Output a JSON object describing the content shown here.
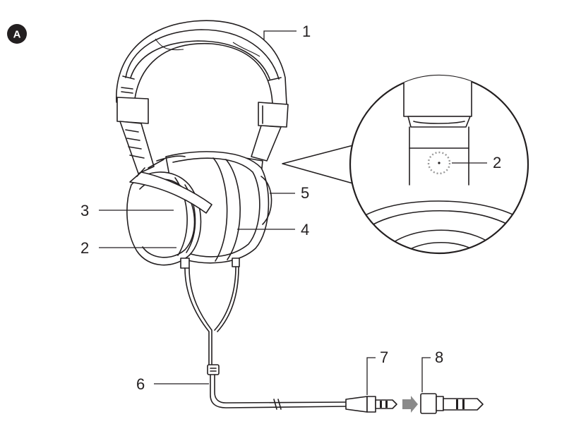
{
  "figure": {
    "badge_label": "A",
    "callouts": {
      "c1": "1",
      "c2_zoom": "2",
      "c3": "3",
      "c2_cup": "2",
      "c5": "5",
      "c4": "4",
      "c6": "6",
      "c7": "7",
      "c8": "8"
    }
  }
}
